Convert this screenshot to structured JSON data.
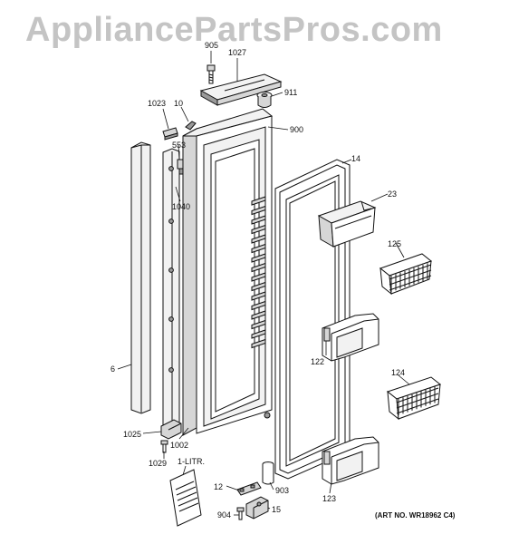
{
  "watermark": "AppliancePartsPros.com",
  "art_number": "(ART NO. WR18962 C4)",
  "callouts": {
    "c905": "905",
    "c1027": "1027",
    "c911": "911",
    "c1023": "1023",
    "c10": "10",
    "c900": "900",
    "c553": "553",
    "c14": "14",
    "c23": "23",
    "c1040": "1040",
    "c125": "125",
    "c6": "6",
    "c122": "122",
    "c124": "124",
    "c1025": "1025",
    "c1002": "1002",
    "c1029": "1029",
    "c1litr": "1-LITR.",
    "c12": "12",
    "c903": "903",
    "c123": "123",
    "c904": "904",
    "c15": "15"
  }
}
